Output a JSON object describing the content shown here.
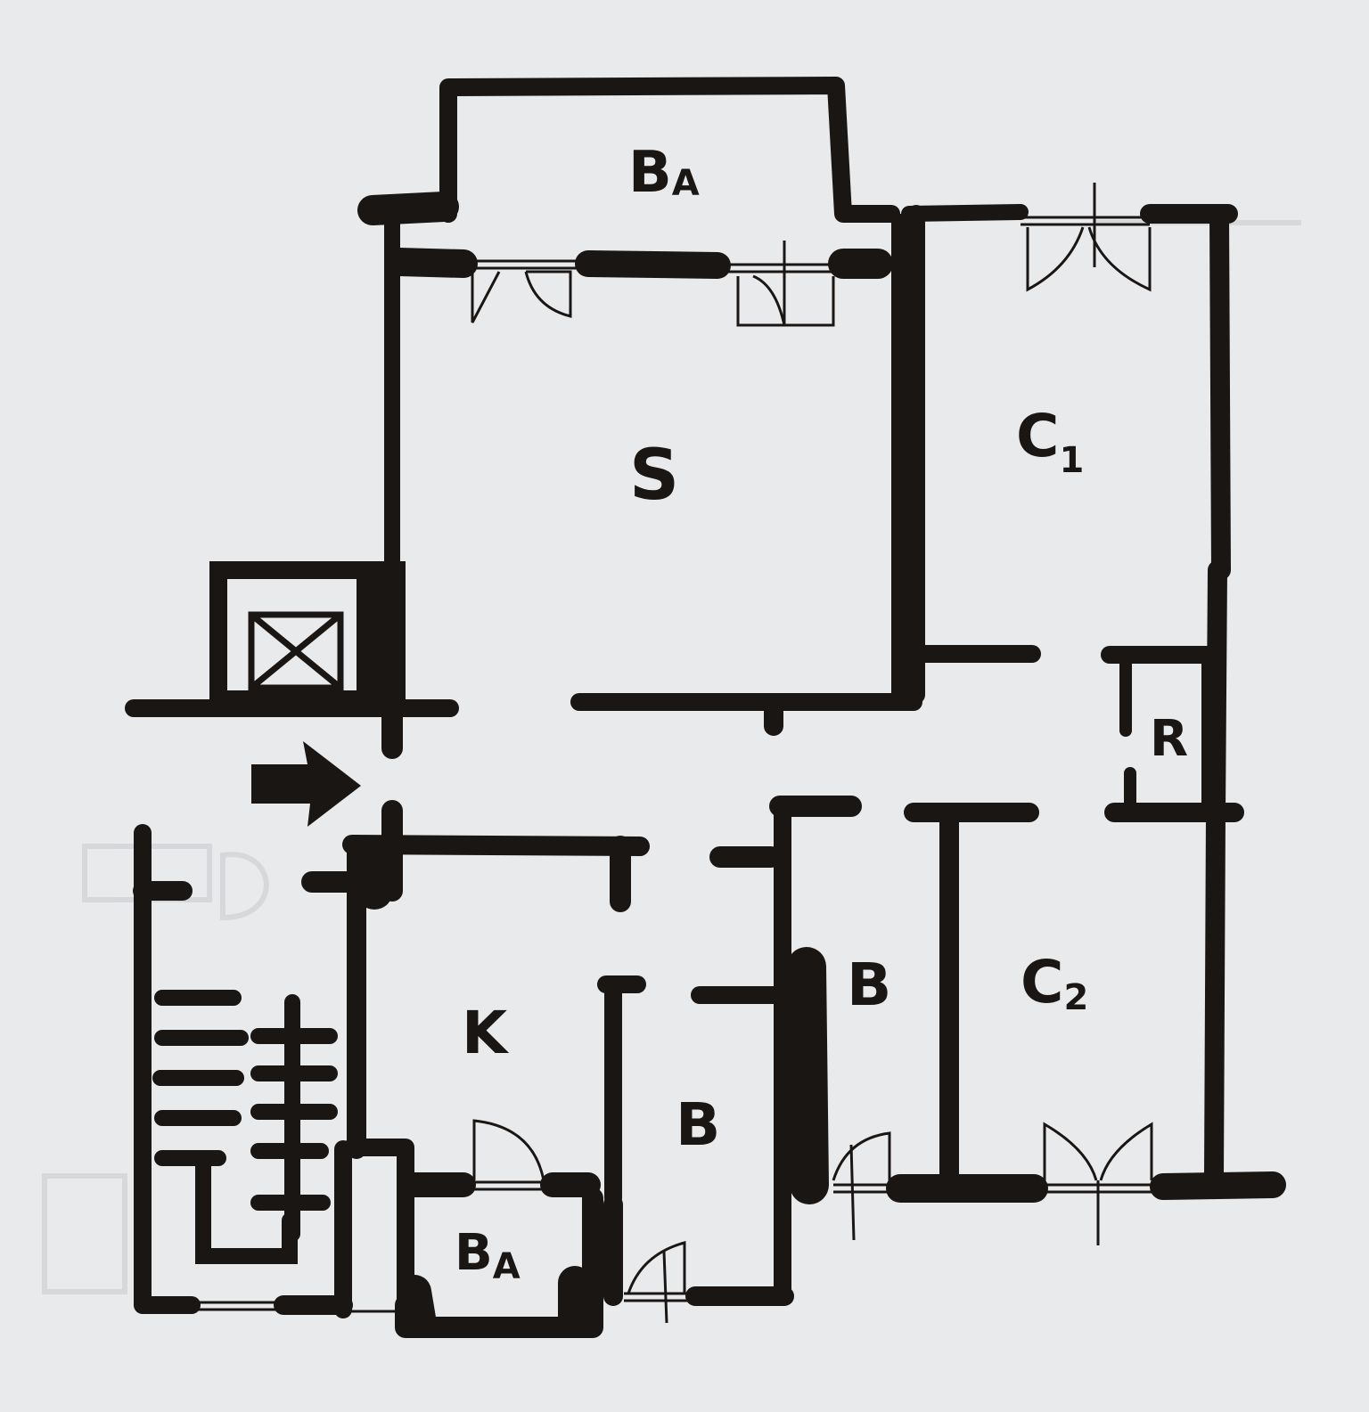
{
  "colors": {
    "paper": "#e9eaec",
    "ink": "#1a1614",
    "ghost": "#cfd0d3"
  },
  "rooms": {
    "balcony_top": {
      "main": "B",
      "sub": "A"
    },
    "living": {
      "main": "S"
    },
    "bedroom_1": {
      "main": "C",
      "sub": "1"
    },
    "storage": {
      "main": "R"
    },
    "kitchen": {
      "main": "K"
    },
    "bath_left": {
      "main": "B"
    },
    "bath_right": {
      "main": "B"
    },
    "bedroom_2": {
      "main": "C",
      "sub": "2"
    },
    "balcony_bottom": {
      "main": "B",
      "sub": "A"
    }
  },
  "icons": {
    "entry": "right-arrow-icon",
    "shaft": "crossed-box-icon",
    "stairs": "staircase-icon",
    "doors": "door-swing-icon",
    "windows": "window-icon"
  }
}
